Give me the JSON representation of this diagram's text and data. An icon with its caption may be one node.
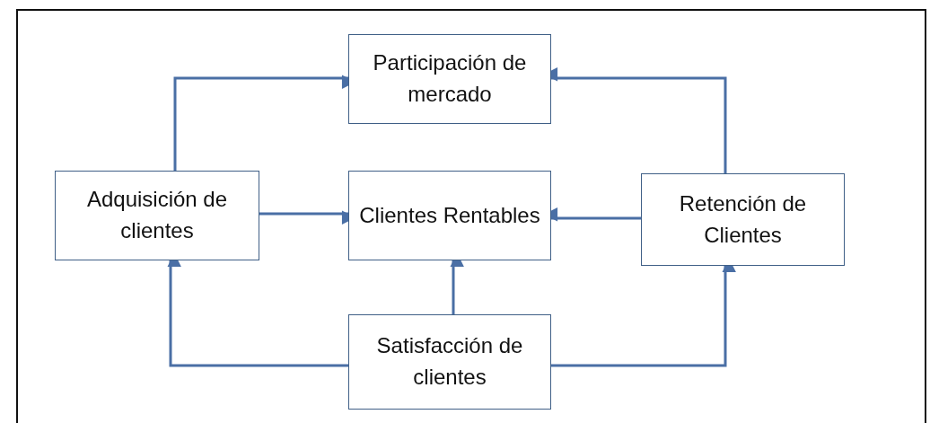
{
  "diagram": {
    "nodes": [
      {
        "text": [
          "Participación de mercado"
        ]
      },
      {
        "text": [
          "Adquisición de clientes"
        ]
      },
      {
        "text": [
          "Clientes Rentables"
        ]
      },
      {
        "text": [
          "Retención de Clientes"
        ]
      },
      {
        "text": [
          "Satisfacción de clientes"
        ]
      }
    ],
    "edges": [
      {
        "from": 1,
        "to": 0,
        "arrow": "to"
      },
      {
        "from": 3,
        "to": 0,
        "arrow": "to"
      },
      {
        "from": 1,
        "to": 2,
        "arrow": "to"
      },
      {
        "from": 3,
        "to": 2,
        "arrow": "to"
      },
      {
        "from": 4,
        "to": 2,
        "arrow": "to"
      },
      {
        "from": 4,
        "to": 1,
        "arrow": "to"
      },
      {
        "from": 4,
        "to": 3,
        "arrow": "to"
      }
    ]
  }
}
